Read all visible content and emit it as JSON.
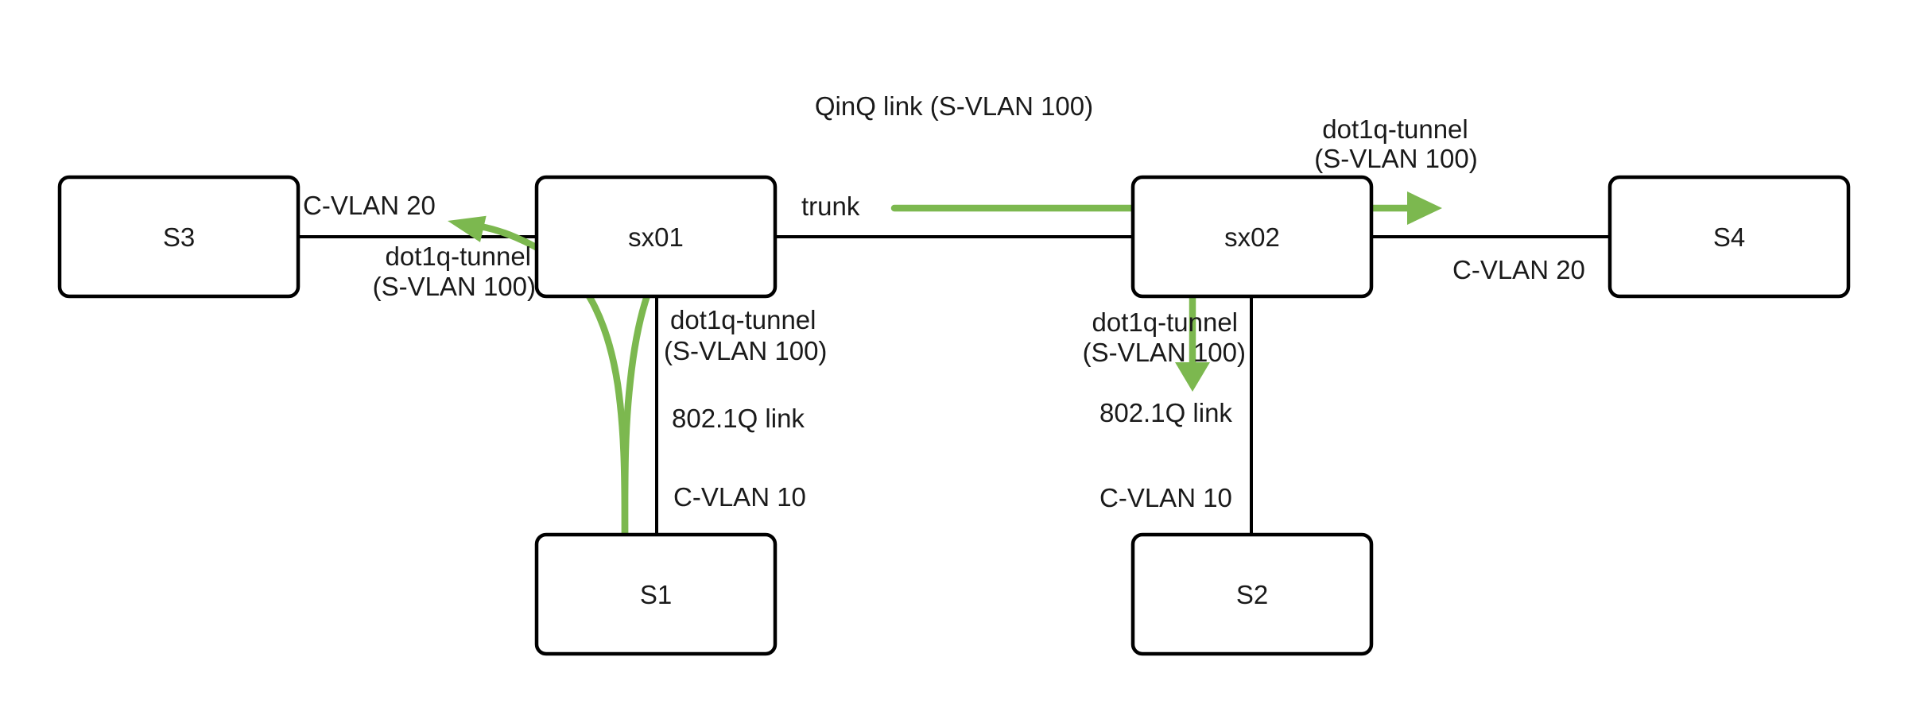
{
  "diagram": {
    "flow_color": "#7CB84F",
    "line_color": "#000000",
    "text_color": "#1a1a1a",
    "background": "#ffffff",
    "nodes": {
      "s3": "S3",
      "sx01": "sx01",
      "sx02": "sx02",
      "s4": "S4",
      "s1": "S1",
      "s2": "S2"
    },
    "links": {
      "qinq_trunk": {
        "title": "QinQ link (S-VLAN 100)",
        "sx01_port": "trunk"
      },
      "s3_sx01": {
        "s3_side": "C-VLAN 20",
        "sx01_side_line1": "dot1q-tunnel",
        "sx01_side_line2": "(S-VLAN 100)"
      },
      "sx02_s4": {
        "sx02_top_line1": "dot1q-tunnel",
        "sx02_top_line2": "(S-VLAN 100)",
        "s4_side": "C-VLAN 20"
      },
      "sx01_s1": {
        "port_line1": "dot1q-tunnel",
        "port_line2": "(S-VLAN 100)",
        "link_type": "802.1Q link",
        "s1_side": "C-VLAN 10"
      },
      "sx02_s2": {
        "port_line1": "dot1q-tunnel",
        "port_line2": "(S-VLAN 100)",
        "link_type": "802.1Q link",
        "s2_side": "C-VLAN 10"
      }
    }
  }
}
